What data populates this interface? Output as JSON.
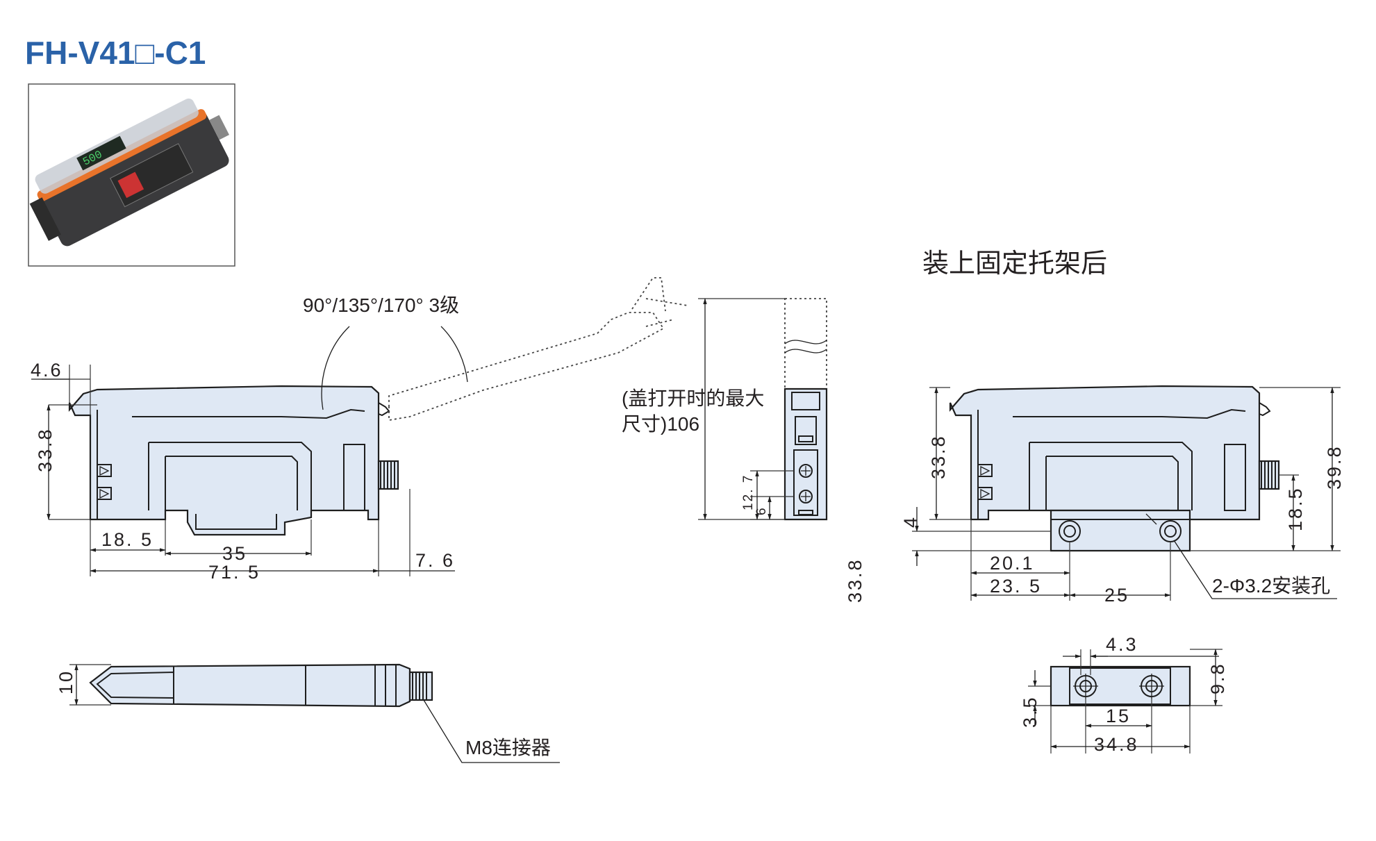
{
  "title": "FH-V41□-C1",
  "labels": {
    "rotation": "90°/135°/170°  3级",
    "cover_open_line1": "(盖打开时的最大",
    "cover_open_line2": "尺寸)106",
    "with_bracket": "装上固定托架后",
    "mount_holes": "2-Φ3.2安装孔",
    "connector": "M8连接器",
    "product_mark": "500"
  },
  "dims": {
    "front": {
      "top_offset": "4.6",
      "height": "33.8",
      "left_to_rail": "18. 5",
      "rail_width": "35",
      "total_length": "71. 5",
      "connector": "7. 6"
    },
    "side": {
      "d1": "12. 7",
      "d2": "6"
    },
    "loose": "33.8",
    "bracket": {
      "height": "33.8",
      "total_height": "39.8",
      "connector_height": "18.5",
      "bracket_thickness": "4",
      "hole1": "20.1",
      "left": "23. 5",
      "pitch": "25"
    },
    "top": {
      "width": "10"
    },
    "bracket_top": {
      "a": "4.3",
      "height": "9.8",
      "b": "3.5",
      "pitch": "15",
      "length": "34.8"
    }
  },
  "colors": {
    "title": "#2a62a8",
    "body": "#dfe8f4",
    "photo_orange": "#e8732a"
  }
}
